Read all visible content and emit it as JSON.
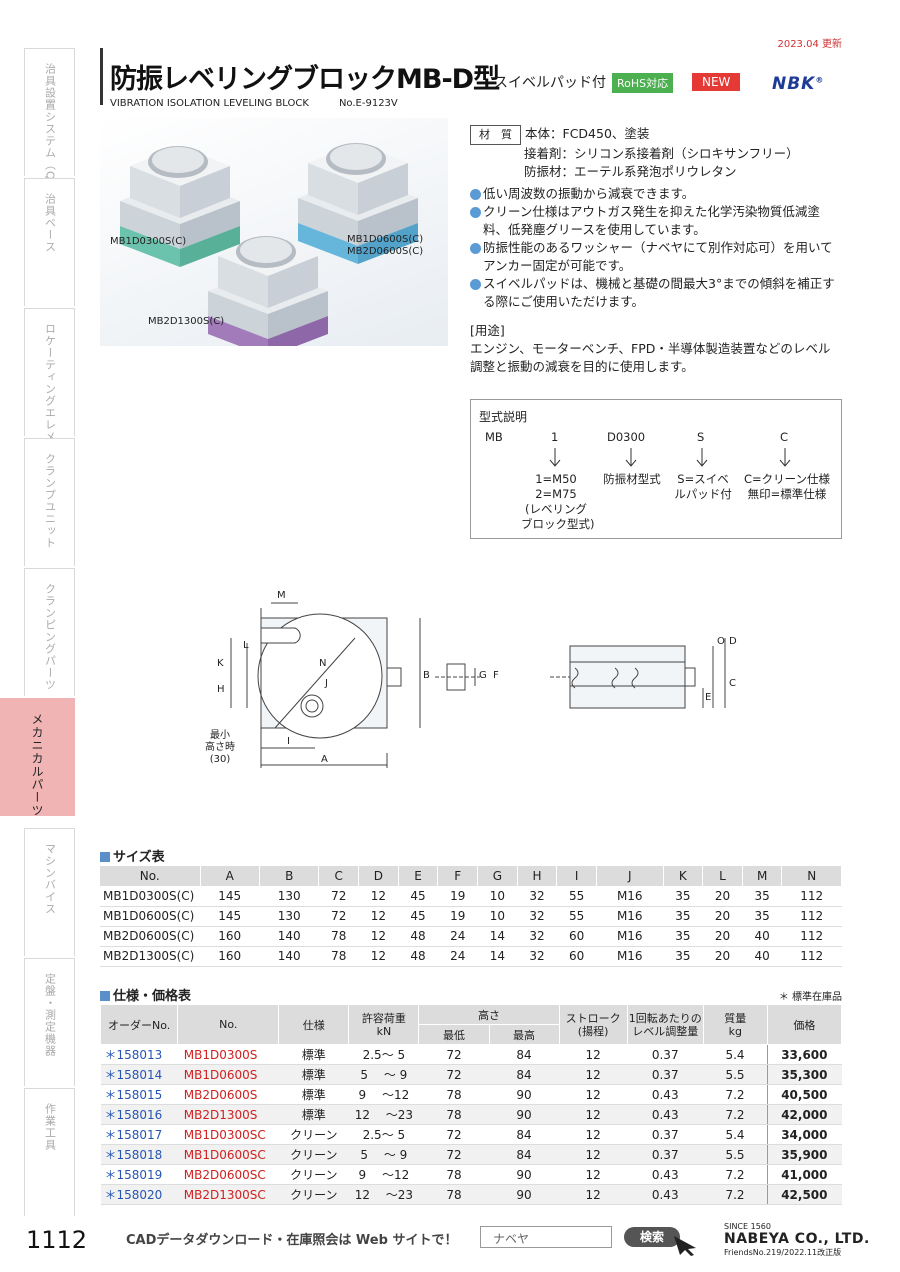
{
  "side_tabs": [
    "治具設置システム（Q-ロック）",
    "治具ベース",
    "ロケーティングエレメント",
    "クランプユニット",
    "クランピングパーツ",
    "メカニカルパーツ",
    "マシンバイス",
    "定盤・測定機器",
    "作業工具"
  ],
  "date": "2023.04 更新",
  "title": "防振レベリングブロックMB-D型",
  "subtitle": "スイベルパッド付",
  "rohs": "RoHS対応",
  "new_badge": "NEW",
  "brand": "NBK",
  "brand_mark": "®",
  "en_title": "VIBRATION ISOLATION LEVELING BLOCK",
  "catalog_no": "No.E-9123V",
  "photo_labels": [
    "MB1D0300S(C)",
    "MB1D0600S(C)",
    "MB2D0600S(C)",
    "MB2D1300S(C)"
  ],
  "material_key": "材　質",
  "material": [
    "本体：FCD450、塗装",
    "接着剤：シリコン系接着剤（シロキサンフリー）",
    "防振材：エーテル系発泡ポリウレタン"
  ],
  "bullets": [
    "低い周波数の振動から減衰できます。",
    "クリーン仕様はアウトガス発生を抑えた化学汚染物質低減塗料、低発塵グリースを使用しています。",
    "防振性能のあるワッシャー（ナベヤにて別作対応可）を用いてアンカー固定が可能です。",
    "スイベルパッドは、機械と基礎の間最大3°までの傾斜を補正する際にご使用いただけます。"
  ],
  "use_head": "[用途]",
  "use_text": "エンジン、モーターベンチ、FPD・半導体製造装置などのレベル調整と振動の減衰を目的に使用します。",
  "model": {
    "head": "型式説明",
    "parts": [
      "MB",
      "1",
      "D0300",
      "S",
      "C"
    ],
    "desc": [
      "1=M50\n2=M75\n(レベリング\nブロック型式)",
      "防振材型式",
      "S=スイベ\nルパッド付",
      "C=クリーン仕様\n無印=標準仕様"
    ]
  },
  "dim_labels": {
    "M": "M",
    "K": "K",
    "H": "H",
    "L": "L",
    "N": "N",
    "J": "J",
    "I": "I",
    "A": "A",
    "B": "B",
    "G": "G",
    "F": "F",
    "O": "O",
    "D": "D",
    "C": "C",
    "E": "E",
    "min_h": "最小\n高さ時\n(30)"
  },
  "size_table": {
    "head": "サイズ表",
    "cols": [
      "No.",
      "A",
      "B",
      "C",
      "D",
      "E",
      "F",
      "G",
      "H",
      "I",
      "J",
      "K",
      "L",
      "M",
      "N"
    ],
    "rows": [
      [
        "MB1D0300S(C)",
        "145",
        "130",
        "72",
        "12",
        "45",
        "19",
        "10",
        "32",
        "55",
        "M16",
        "35",
        "20",
        "35",
        "112"
      ],
      [
        "MB1D0600S(C)",
        "145",
        "130",
        "72",
        "12",
        "45",
        "19",
        "10",
        "32",
        "55",
        "M16",
        "35",
        "20",
        "35",
        "112"
      ],
      [
        "MB2D0600S(C)",
        "160",
        "140",
        "78",
        "12",
        "48",
        "24",
        "14",
        "32",
        "60",
        "M16",
        "35",
        "20",
        "40",
        "112"
      ],
      [
        "MB2D1300S(C)",
        "160",
        "140",
        "78",
        "12",
        "48",
        "24",
        "14",
        "32",
        "60",
        "M16",
        "35",
        "20",
        "40",
        "112"
      ]
    ]
  },
  "price_table": {
    "head": "仕様・価格表",
    "note": "＊ 標準在庫品",
    "cols": {
      "order": "オーダーNo.",
      "no": "No.",
      "spec": "仕様",
      "load": "許容荷重\nkN",
      "height": "高さ",
      "min": "最低",
      "max": "最高",
      "stroke": "ストローク\n(揚程)",
      "rev": "1回転あたりの\nレベル調整量",
      "mass": "質量\nkg",
      "price": "価格"
    },
    "rows": [
      [
        "＊158013",
        "MB1D0300S",
        "標準",
        "2.5～ 5",
        "72",
        "84",
        "12",
        "0.37",
        "5.4",
        "33,600"
      ],
      [
        "＊158014",
        "MB1D0600S",
        "標準",
        "5 　～ 9",
        "72",
        "84",
        "12",
        "0.37",
        "5.5",
        "35,300"
      ],
      [
        "＊158015",
        "MB2D0600S",
        "標準",
        "9 　～12",
        "78",
        "90",
        "12",
        "0.43",
        "7.2",
        "40,500"
      ],
      [
        "＊158016",
        "MB2D1300S",
        "標準",
        "12 　～23",
        "78",
        "90",
        "12",
        "0.43",
        "7.2",
        "42,000"
      ],
      [
        "＊158017",
        "MB1D0300SC",
        "クリーン",
        "2.5～ 5",
        "72",
        "84",
        "12",
        "0.37",
        "5.4",
        "34,000"
      ],
      [
        "＊158018",
        "MB1D0600SC",
        "クリーン",
        "5 　～ 9",
        "72",
        "84",
        "12",
        "0.37",
        "5.5",
        "35,900"
      ],
      [
        "＊158019",
        "MB2D0600SC",
        "クリーン",
        "9 　～12",
        "78",
        "90",
        "12",
        "0.43",
        "7.2",
        "41,000"
      ],
      [
        "＊158020",
        "MB2D1300SC",
        "クリーン",
        "12 　～23",
        "78",
        "90",
        "12",
        "0.43",
        "7.2",
        "42,500"
      ]
    ]
  },
  "page_no": "1112",
  "cad_text": "CADデータダウンロード・在庫照会は Web サイトで！",
  "search_value": "ナベヤ",
  "search_btn": "検索",
  "footer": {
    "since": "SINCE 1560",
    "company": "NABEYA CO., LTD.",
    "friends": "FriendsNo.219/2022.11改正版"
  }
}
